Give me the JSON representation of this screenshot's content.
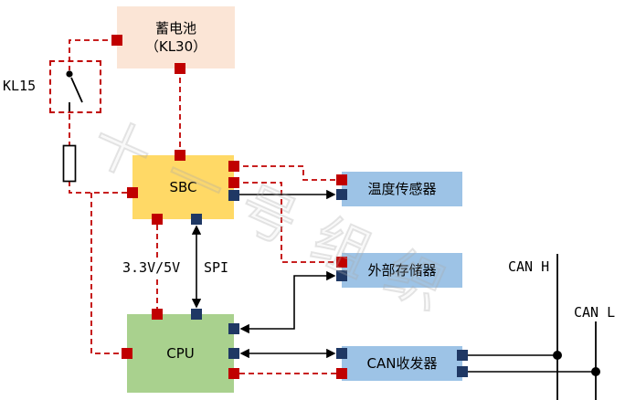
{
  "page": {
    "background": "#ffffff"
  },
  "colors": {
    "power_line": "#c00000",
    "signal_line": "#000000",
    "power_pin": "#c00000",
    "signal_pin": "#1f3864",
    "battery_fill": "#fbe5d6",
    "sbc_fill": "#ffd966",
    "cpu_fill": "#a9d18e",
    "peripheral_fill": "#9dc3e6"
  },
  "blocks": {
    "battery_line1": "蓄电池",
    "battery_line2": "（KL30）",
    "sbc": "SBC",
    "cpu": "CPU",
    "temp_sensor": "温度传感器",
    "ext_memory": "外部存储器",
    "can_transceiver": "CAN收发器"
  },
  "labels": {
    "kl15": "KL15",
    "power_rail": "3.3V/5V",
    "spi": "SPI",
    "can_h": "CAN H",
    "can_l": "CAN L"
  },
  "icons": {
    "switch_icon": "ignition-switch",
    "resistor_icon": "resistor",
    "power_pin_icon": "red-square-power-pin",
    "signal_pin_icon": "navy-square-signal-pin"
  },
  "watermark": "十一号组织"
}
